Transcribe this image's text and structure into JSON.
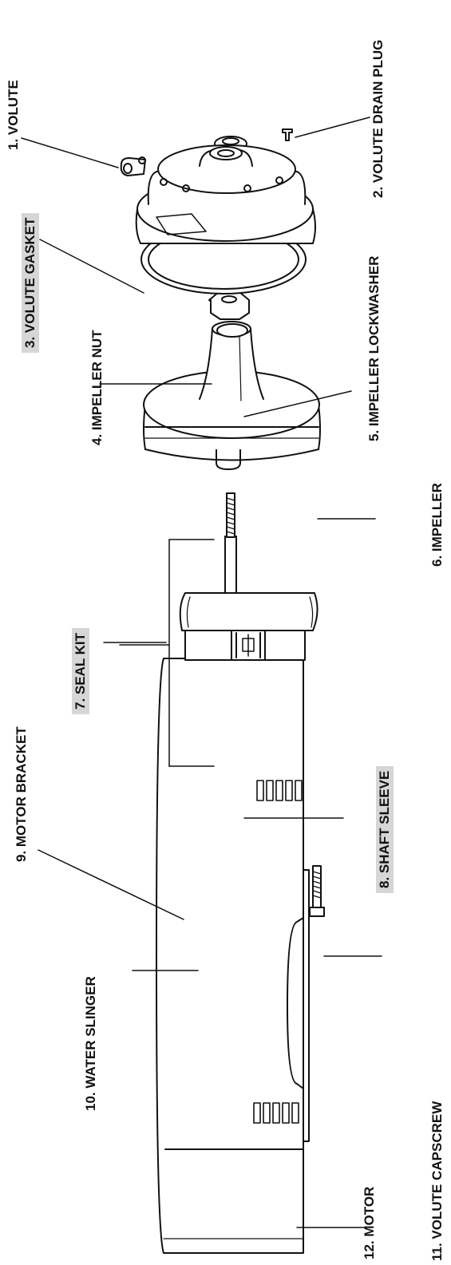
{
  "diagram": {
    "colors": {
      "line": "#111111",
      "highlight": "#d6d6d6",
      "background": "#ffffff"
    },
    "parts": [
      {
        "id": "volute",
        "label": "1. VOLUTE",
        "highlighted": false
      },
      {
        "id": "volute-drain-plug",
        "label": "2. VOLUTE DRAIN PLUG",
        "highlighted": false
      },
      {
        "id": "volute-gasket",
        "label": "3. VOLUTE GASKET",
        "highlighted": true
      },
      {
        "id": "impeller-nut",
        "label": "4. IMPELLER NUT",
        "highlighted": false
      },
      {
        "id": "impeller-lockwasher",
        "label": "5. IMPELLER LOCKWASHER",
        "highlighted": false
      },
      {
        "id": "impeller",
        "label": "6. IMPELLER",
        "highlighted": false
      },
      {
        "id": "seal-kit",
        "label": "7. SEAL KIT",
        "highlighted": true
      },
      {
        "id": "shaft-sleeve",
        "label": "8. SHAFT SLEEVE",
        "highlighted": true
      },
      {
        "id": "motor-bracket",
        "label": "9. MOTOR BRACKET",
        "highlighted": false
      },
      {
        "id": "water-slinger",
        "label": "10. WATER SLINGER",
        "highlighted": false
      },
      {
        "id": "volute-capscrew",
        "label": "11. VOLUTE CAPSCREW",
        "highlighted": false
      },
      {
        "id": "motor",
        "label": "12. MOTOR",
        "highlighted": false
      }
    ]
  }
}
